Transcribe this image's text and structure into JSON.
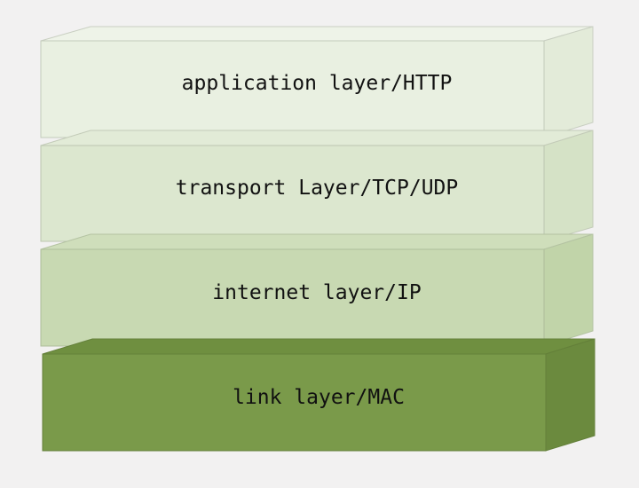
{
  "layers": [
    {
      "label": "application layer/HTTP",
      "face": "#e9f0e1",
      "top": "#eef3e8",
      "side": "#e3ebd9"
    },
    {
      "label": "transport Layer/TCP/UDP",
      "face": "#dce7cf",
      "top": "#e2ebd7",
      "side": "#d5e2c6"
    },
    {
      "label": "internet layer/IP",
      "face": "#c8d9b2",
      "top": "#cfdebb",
      "side": "#c1d4a9"
    },
    {
      "label": "link layer/MAC",
      "face": "#7a9a4a",
      "top": "#6f8f40",
      "side": "#6b8a3e"
    }
  ]
}
